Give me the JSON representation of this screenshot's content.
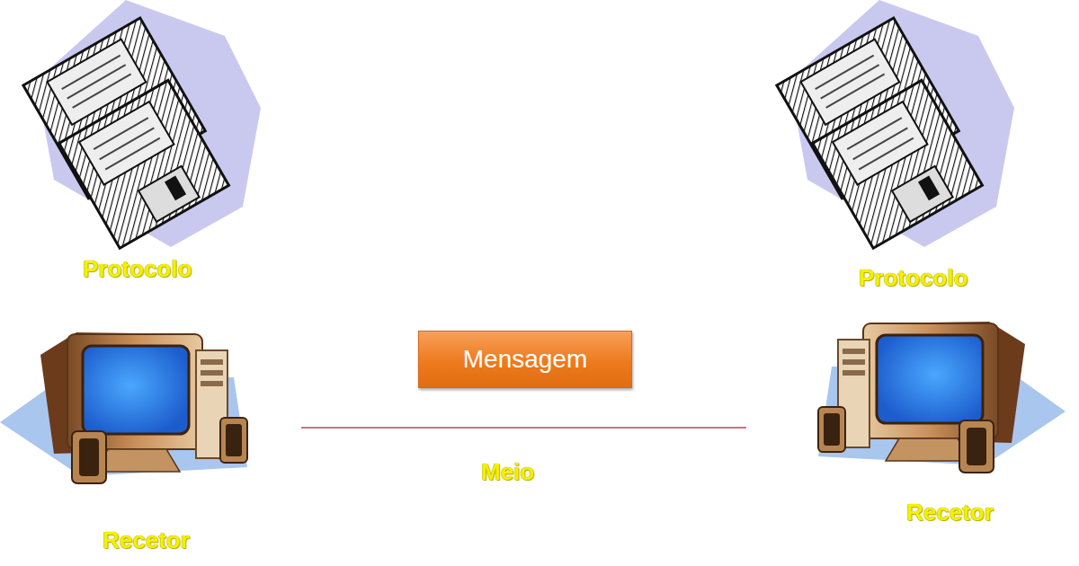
{
  "diagram": {
    "nodes": [
      {
        "text": [
          "Mensagem"
        ]
      }
    ],
    "labels": [
      "Protocolo",
      "Protocolo",
      "Recetor",
      "Recetor",
      "Meio"
    ]
  }
}
